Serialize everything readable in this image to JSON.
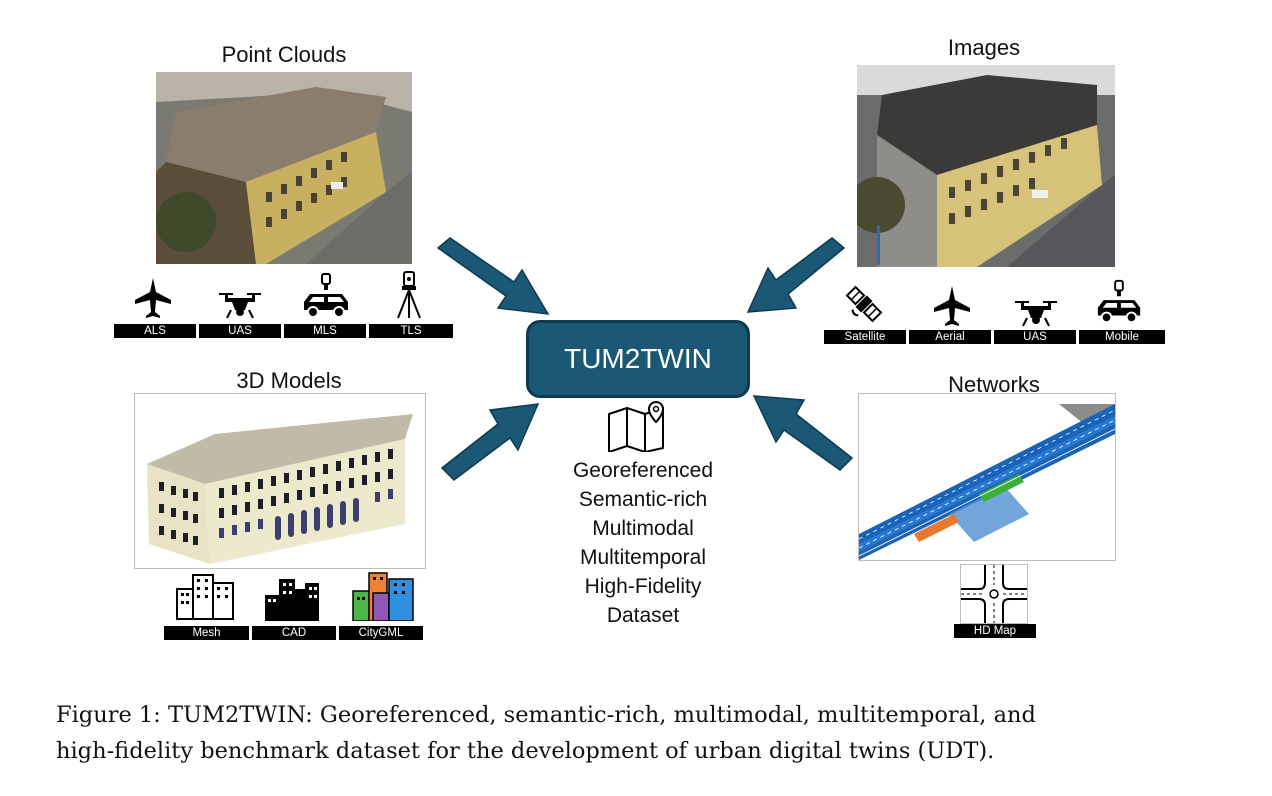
{
  "sections": {
    "point_clouds": {
      "title": "Point Clouds",
      "labels": [
        "ALS",
        "UAS",
        "MLS",
        "TLS"
      ]
    },
    "images": {
      "title": "Images",
      "labels": [
        "Satellite",
        "Aerial",
        "UAS",
        "Mobile"
      ]
    },
    "models": {
      "title": "3D Models",
      "labels": [
        "Mesh",
        "CAD",
        "CityGML"
      ]
    },
    "networks": {
      "title": "Networks",
      "labels": [
        "HD Map"
      ]
    }
  },
  "center": {
    "title": "TUM2TWIN",
    "properties": [
      "Georeferenced",
      "Semantic-rich",
      "Multimodal",
      "Multitemporal",
      "High-Fidelity",
      "Dataset"
    ]
  },
  "caption": {
    "line1": "Figure 1: TUM2TWIN: Georeferenced, semantic-rich, multimodal, multitemporal, and",
    "line2": "high-fidelity benchmark dataset for the development of urban digital twins (UDT)."
  },
  "colors": {
    "box": "#1b5876",
    "arrow": "#1b5876",
    "label_bg": "#000000"
  }
}
